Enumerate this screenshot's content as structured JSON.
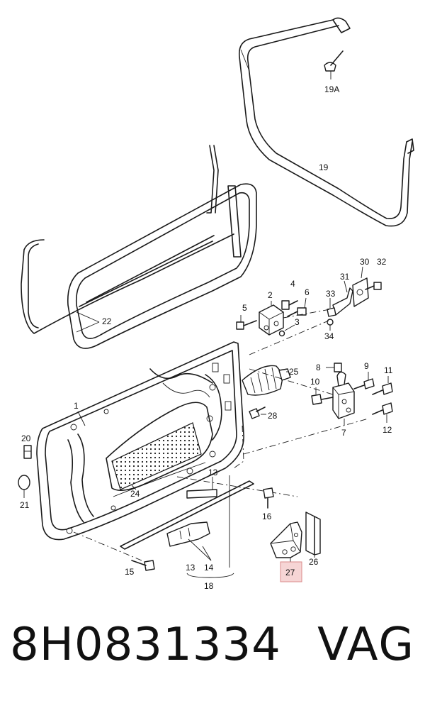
{
  "footer": {
    "part_number": "8H0831334",
    "brand": "VAG"
  },
  "highlight": {
    "callout": "27",
    "fill": "#f6d5d5",
    "border": "#d98a8a"
  },
  "callouts": {
    "c1": "1",
    "c2": "2",
    "c3": "3",
    "c4": "4",
    "c5": "5",
    "c6": "6",
    "c7": "7",
    "c8": "8",
    "c9": "9",
    "c10": "10",
    "c11": "11",
    "c12": "12",
    "c13a": "13",
    "c13b": "13",
    "c14": "14",
    "c15": "15",
    "c16": "16",
    "c18": "18",
    "c19": "19",
    "c19a": "19A",
    "c20": "20",
    "c21": "21",
    "c22": "22",
    "c24": "24",
    "c25": "25",
    "c26": "26",
    "c27": "27",
    "c28": "28",
    "c30": "30",
    "c31": "31",
    "c32": "32",
    "c33": "33",
    "c34": "34"
  }
}
